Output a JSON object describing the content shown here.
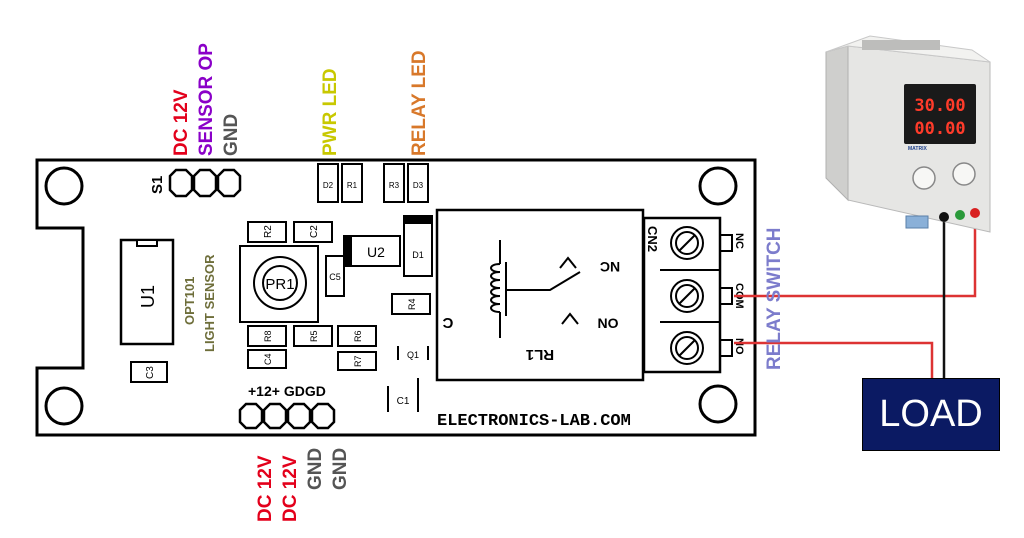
{
  "header_labels": {
    "s1_pin1": "DC 12V",
    "s1_pin2": "SENSOR OP",
    "s1_pin3": "GND",
    "pwr_led": "PWR LED",
    "relay_led": "RELAY LED"
  },
  "bottom_labels": {
    "pin1": "DC 12V",
    "pin2": "DC 12V",
    "pin3": "GND",
    "pin4": "GND"
  },
  "relay_switch_label": "RELAY SWITCH",
  "board": {
    "s1": "S1",
    "u1": "U1",
    "opt_line1": "OPT101",
    "opt_line2": "LIGHT SENSOR",
    "r2": "R2",
    "c2": "C2",
    "u2": "U2",
    "d1": "D1",
    "d2": "D2",
    "r1": "R1",
    "r3": "R3",
    "d3": "D3",
    "pr1": "PR1",
    "c5": "C5",
    "r8": "R8",
    "r5": "R5",
    "r6": "R6",
    "r7": "R7",
    "c4": "C4",
    "c3": "C3",
    "r4": "R4",
    "q1": "Q1",
    "c1": "C1",
    "bottom_header": "+12+ GDGD",
    "cn2": "CN2",
    "coil": "C",
    "nc": "NC",
    "no": "NO",
    "rl1": "RL1",
    "term_nc": "NC",
    "term_com": "COM",
    "term_no": "NO",
    "site": "ELECTRONICS-LAB.COM"
  },
  "psu": {
    "display1": "30.00",
    "display2": "00.00",
    "brand": "MATRIX"
  },
  "load_label": "LOAD",
  "colors": {
    "red": "#e3001b",
    "purple": "#8a00c8",
    "gray": "#555555",
    "yellow": "#c8c800",
    "orange": "#d8782a",
    "relay_blue": "#7c7ccc",
    "olive": "#6e6e3a",
    "load_fill": "#0b1a63",
    "wire_red": "#d33",
    "wire_black": "#111"
  }
}
